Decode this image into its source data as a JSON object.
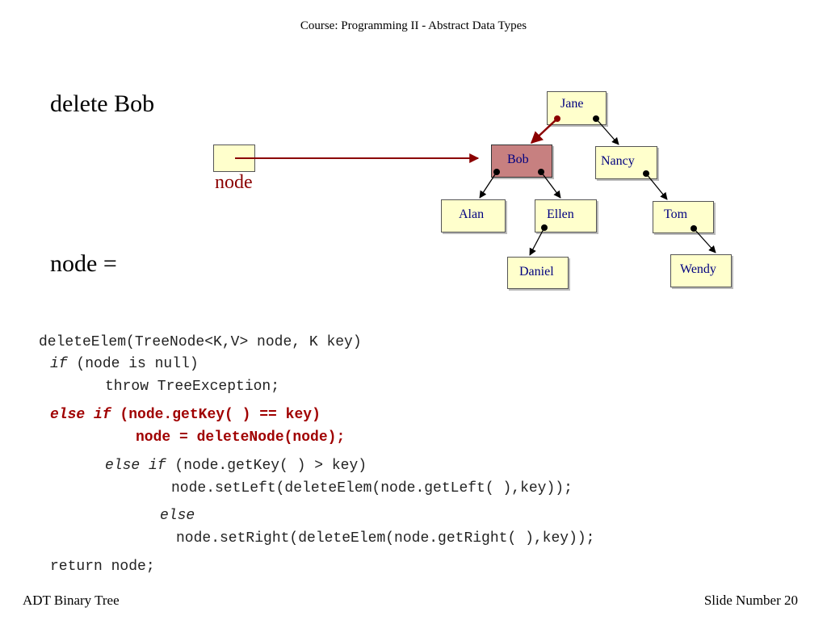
{
  "header": {
    "title": "Course: Programming II - Abstract Data Types"
  },
  "slide": {
    "heading": "delete Bob",
    "node_label": "node",
    "assignment": "node ="
  },
  "tree": {
    "nodes": {
      "jane": "Jane",
      "bob": "Bob",
      "nancy": "Nancy",
      "alan": "Alan",
      "ellen": "Ellen",
      "tom": "Tom",
      "daniel": "Daniel",
      "wendy": "Wendy"
    },
    "highlighted": "Bob",
    "highlight_color": "#c78080",
    "node_color": "#ffffcc",
    "pointer_color": "#8b0000"
  },
  "code": {
    "line1": "deleteElem(TreeNode<K,V> node, K key)",
    "line2_kw": "if",
    "line2_rest": " (node is null)",
    "line3": "throw TreeException;",
    "line4_kw": "else if",
    "line4_rest": " (node.getKey( ) == key)",
    "line5": "node = deleteNode(node);",
    "line6_kw": "else if",
    "line6_rest": " (node.getKey( ) > key)",
    "line7": "node.setLeft(deleteElem(node.getLeft( ),key));",
    "line8_kw": "else",
    "line9": "node.setRight(deleteElem(node.getRight( ),key));",
    "line10": "return node;"
  },
  "footer": {
    "left": "ADT Binary Tree",
    "right": "Slide Number 20"
  }
}
